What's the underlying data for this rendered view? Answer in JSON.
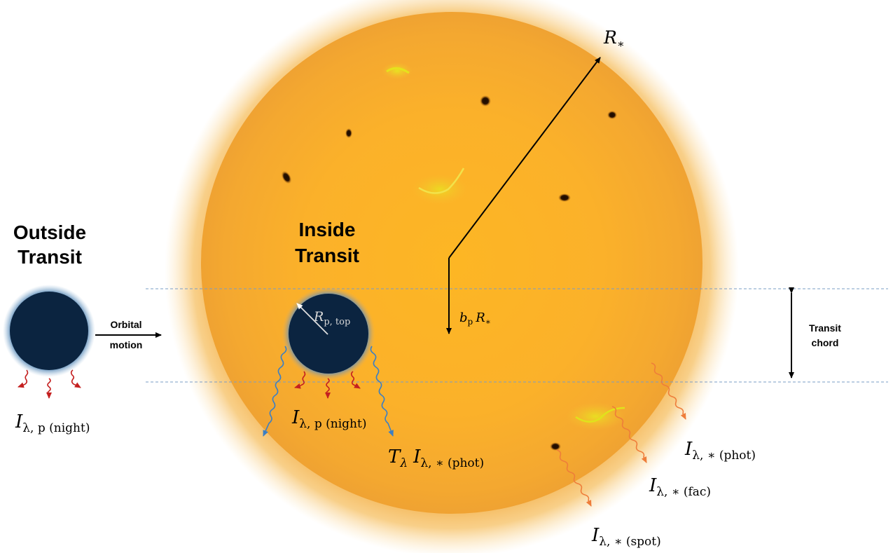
{
  "outside": {
    "heading_line1": "Outside",
    "heading_line2": "Transit",
    "orbital_line1": "Orbital",
    "orbital_line2": "motion",
    "emission_symbol": "I",
    "emission_sub": "λ, p (night)"
  },
  "inside": {
    "heading_line1": "Inside",
    "heading_line2": "Transit",
    "radius_symbol": "R",
    "radius_sub": "p, top",
    "emission_symbol": "I",
    "emission_sub": "λ, p (night)",
    "transmitted_T": "T",
    "transmitted_T_sub": "λ",
    "transmitted_symbol": "I",
    "transmitted_sub": "λ, ∗ (phot)"
  },
  "star": {
    "radius_symbol": "R",
    "radius_sub": "∗",
    "impact_b": "b",
    "impact_b_sub": "p",
    "impact_R": "R",
    "impact_R_sub": "∗",
    "chord_line1": "Transit",
    "chord_line2": "chord",
    "phot_symbol": "I",
    "phot_sub": "λ, ∗ (phot)",
    "fac_symbol": "I",
    "fac_sub": "λ, ∗ (fac)",
    "spot_symbol": "I",
    "spot_sub": "λ, ∗ (spot)"
  },
  "colors": {
    "star_core": "#FDB827",
    "star_limb": "#F2A630",
    "star_glow": "#F6C670",
    "planet": "#0B2440",
    "planet_glow": "#6F9CC4",
    "night_arrow": "#C42020",
    "transmitted_arrow": "#3B7FC4",
    "stellar_arrow": "#EE7D3A",
    "chord_line": "#7A9CC6"
  }
}
